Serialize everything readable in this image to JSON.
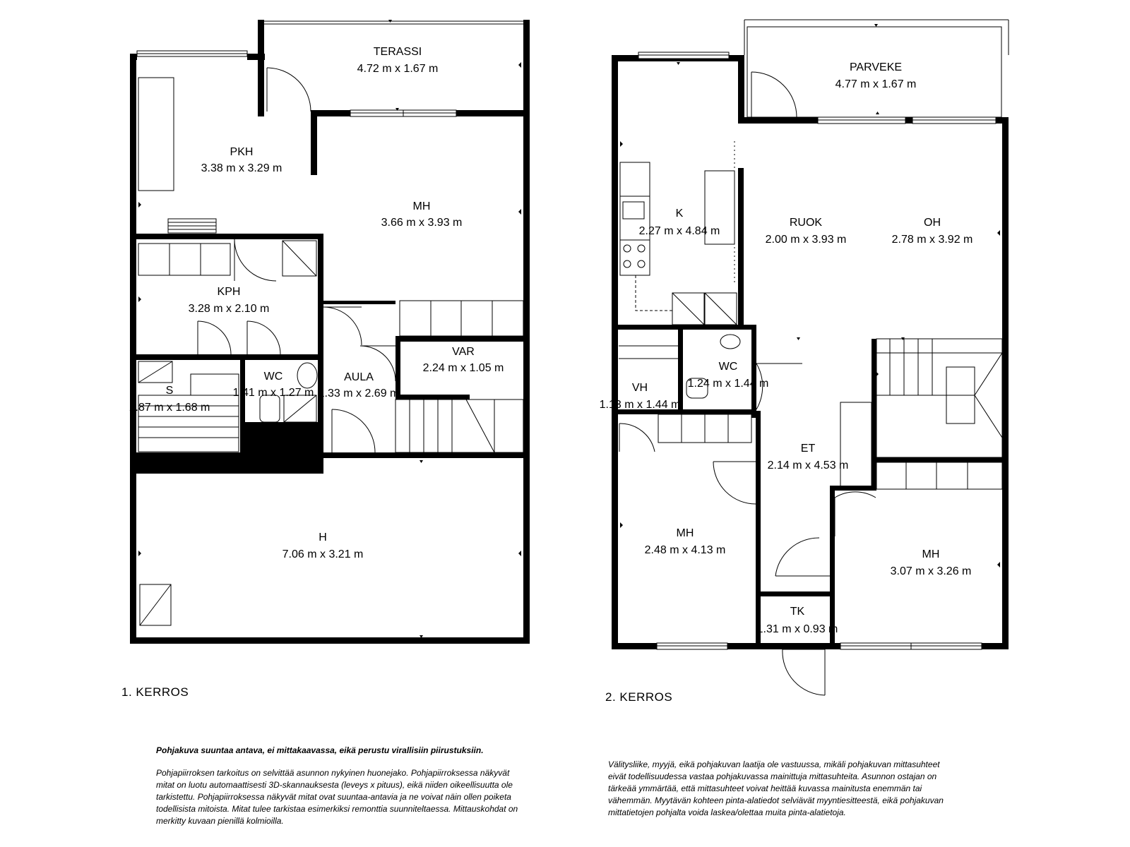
{
  "floors": [
    {
      "label": "1. KERROS",
      "rooms": [
        {
          "id": "terassi",
          "name": "TERASSI",
          "dims": "4.72 m x 1.67 m"
        },
        {
          "id": "pkh",
          "name": "PKH",
          "dims": "3.38 m x 3.29 m"
        },
        {
          "id": "mh1",
          "name": "MH",
          "dims": "3.66 m x 3.93 m"
        },
        {
          "id": "kph",
          "name": "KPH",
          "dims": "3.28 m x 2.10 m"
        },
        {
          "id": "var",
          "name": "VAR",
          "dims": "2.24 m x 1.05 m"
        },
        {
          "id": "s",
          "name": "S",
          "dims": "1.87 m x 1.68 m"
        },
        {
          "id": "wc1",
          "name": "WC",
          "dims": "1.41 m x 1.27 m"
        },
        {
          "id": "aula",
          "name": "AULA",
          "dims": "1.33 m x 2.69 m"
        },
        {
          "id": "h",
          "name": "H",
          "dims": "7.06 m x 3.21 m"
        }
      ]
    },
    {
      "label": "2. KERROS",
      "rooms": [
        {
          "id": "parveke",
          "name": "PARVEKE",
          "dims": "4.77 m x 1.67 m"
        },
        {
          "id": "k",
          "name": "K",
          "dims": "2.27 m x 4.84 m"
        },
        {
          "id": "ruok",
          "name": "RUOK",
          "dims": "2.00 m x 3.93 m"
        },
        {
          "id": "oh",
          "name": "OH",
          "dims": "2.78 m x 3.92 m"
        },
        {
          "id": "vh",
          "name": "VH",
          "dims": "1.13 m x 1.44 m"
        },
        {
          "id": "wc2",
          "name": "WC",
          "dims": "1.24 m x 1.44 m"
        },
        {
          "id": "et",
          "name": "ET",
          "dims": "2.14 m x 4.53 m"
        },
        {
          "id": "mh2",
          "name": "MH",
          "dims": "2.48 m x 4.13 m"
        },
        {
          "id": "mh3",
          "name": "MH",
          "dims": "3.07 m x 3.26 m"
        },
        {
          "id": "tk",
          "name": "TK",
          "dims": "1.31 m x 0.93 m"
        }
      ]
    }
  ],
  "disclaimer_left": {
    "lead": "Pohjakuva suuntaa antava, ei mittakaavassa, eikä perustu virallisiin piirustuksiin.",
    "body": "Pohjapiirroksen tarkoitus on selvittää asunnon nykyinen huonejako. Pohjapiirroksessa näkyvät mitat on luotu automaattisesti 3D-skannauksesta (leveys x pituus), eikä niiden oikeellisuutta ole tarkistettu. Pohjapiirroksessa näkyvät mitat ovat suuntaa-antavia ja ne voivat näin ollen poiketa todellisista mitoista. Mitat tulee tarkistaa esimerkiksi remonttia suunniteltaessa. Mittauskohdat on merkitty kuvaan pienillä kolmioilla."
  },
  "disclaimer_right": {
    "body": "Välitysliike, myyjä, eikä pohjakuvan laatija ole vastuussa, mikäli pohjakuvan mittasuhteet eivät todellisuudessa vastaa pohjakuvassa mainittuja mittasuhteita. Asunnon ostajan on tärkeää ymmärtää, että mittasuhteet voivat heittää kuvassa mainitusta enemmän tai vähemmän. Myytävän kohteen pinta-alatiedot selviävät myyntiesitteestä, eikä pohjakuvan mittatietojen pohjalta voida laskea/olettaa muita pinta-alatietoja."
  },
  "colors": {
    "wall": "#000000",
    "thin": "#000000",
    "background": "#ffffff"
  }
}
